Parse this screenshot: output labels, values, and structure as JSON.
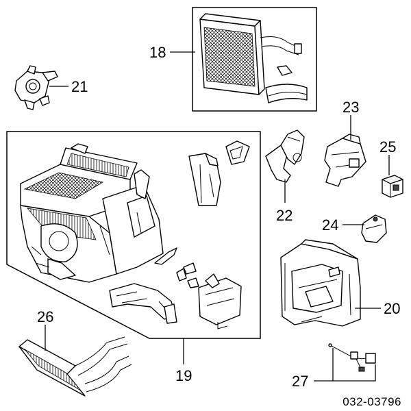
{
  "diagram": {
    "callouts": {
      "p18": "18",
      "p19": "19",
      "p20": "20",
      "p21": "21",
      "p22": "22",
      "p23": "23",
      "p24": "24",
      "p25": "25",
      "p26": "26",
      "p27": "27"
    },
    "diagram_code": "032-03796"
  }
}
